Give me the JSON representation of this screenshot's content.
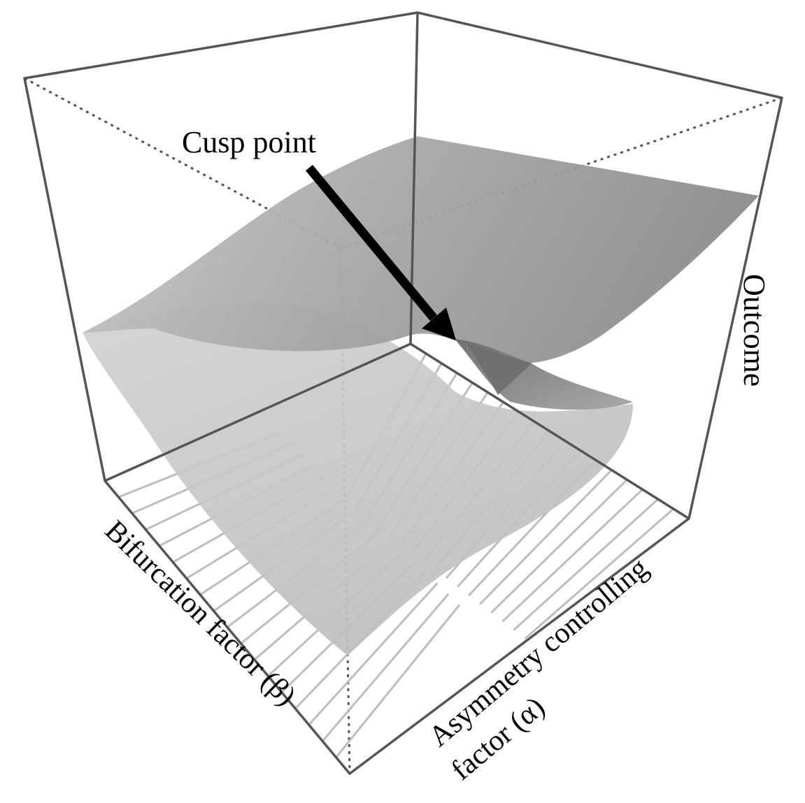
{
  "labels": {
    "cusp_point": "Cusp point",
    "outcome": "Outcome",
    "bifurcation": "Bifurcation factor (β)",
    "asymmetry_line1": "Asymmetry controlling",
    "asymmetry_line2": "factor (α)"
  },
  "colors": {
    "frame": "#555555",
    "surface_upper": "#8c8c8c",
    "surface_lower": "#c6c6c6",
    "fold": "#707070",
    "projection_lines": "#bdbdbd",
    "arrow": "#000000"
  }
}
